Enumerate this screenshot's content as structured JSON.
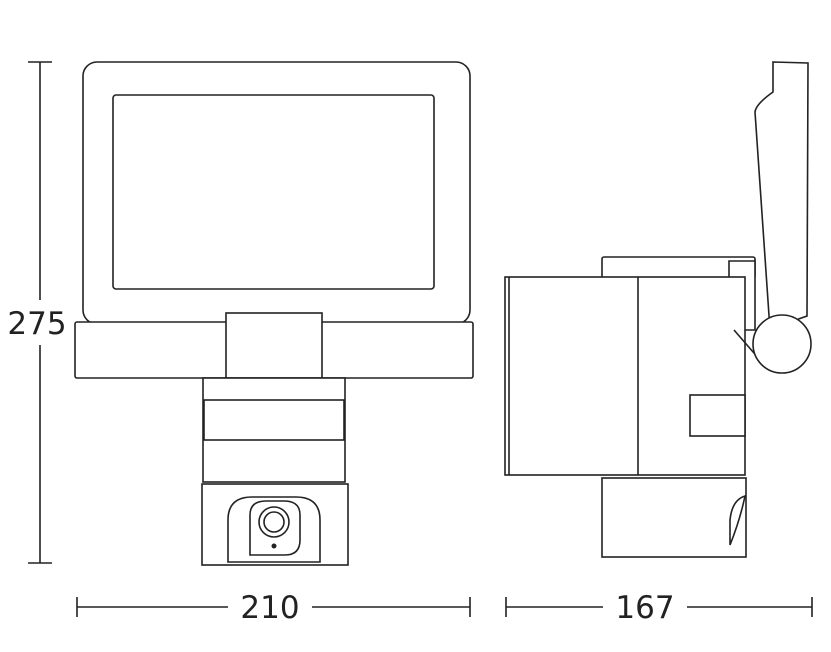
{
  "dimensions": {
    "height_label": "275",
    "width_label": "210",
    "depth_label": "167"
  },
  "colors": {
    "line": "#222222",
    "background": "#ffffff"
  }
}
